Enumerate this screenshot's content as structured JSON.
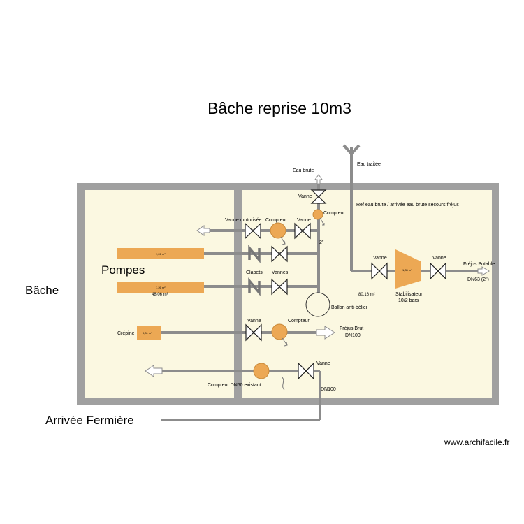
{
  "title": "Bâche reprise 10m3",
  "labels": {
    "bache": "Bâche",
    "arrivee_fermiere": "Arrivée Fermière",
    "pompes": "Pompes",
    "watermark": "www.archifacile.fr",
    "eau_brute": "Eau brute",
    "eau_traitee": "Eau traitée",
    "vanne_top": "Vanne",
    "compteur_top": "Compteur",
    "two_inch": "2\"",
    "ref_eau": "Ref eau brute / arrivée eau brute secours fréjus",
    "vanne_motorisee": "Vanne motorisée",
    "compteur_row1": "Compteur",
    "vanne_row1": "Vanne",
    "clapets": "Clapets",
    "vannes": "Vannes",
    "ballon": "Ballon anti-bélier",
    "vanne_stab_left": "Vanne",
    "vanne_stab_right": "Vanne",
    "frejus_potable": "Fréjus Potable",
    "dn63": "DN63 (2\")",
    "stabilisateur": "Stabilisateur",
    "stab_pressure": "10/2 bars",
    "area_room": "80,16 m²",
    "area_pompes": "48,06 m²",
    "crepine": "Crépine",
    "vanne_brut": "Vanne",
    "compteur_brut": "Compteur",
    "frejus_brut": "Fréjus Brut",
    "dn100_brut": "DN100",
    "vanne_bottom": "Vanne",
    "compteur_dn50": "Compteur DN50 existant",
    "dn100_bottom": "DN100",
    "pump1_area": "1,26 m²",
    "pump2_area": "1,26 m²",
    "crepine_area": "0,31 m²",
    "stab_area": "1,35 m²"
  },
  "colors": {
    "floor": "#fbf8e1",
    "wall": "#9e9e9e",
    "pipe": "#8c8c8c",
    "equipment": "#eca854",
    "equipment_stroke": "#c98a3a"
  }
}
